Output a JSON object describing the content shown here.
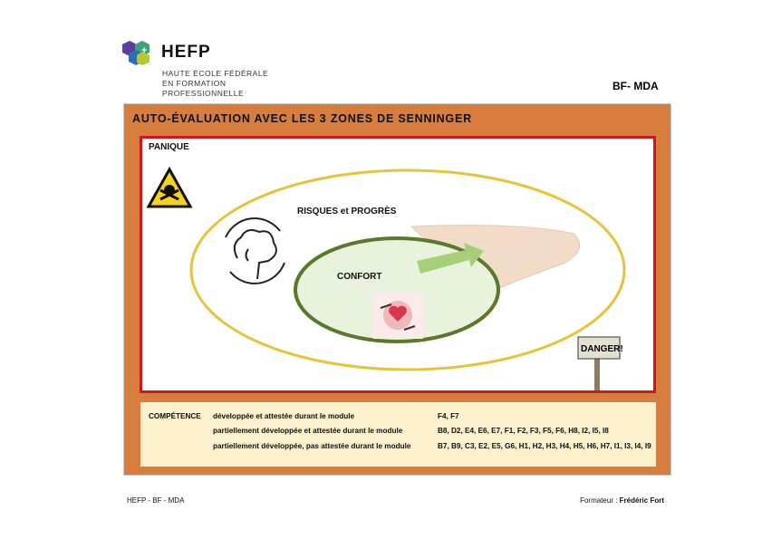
{
  "header": {
    "logo_name": "HEFP",
    "logo_subtitle": [
      "HAUTE ÉCOLE FÉDÉRALE",
      "EN FORMATION",
      "PROFESSIONNELLE"
    ],
    "doc_code": "BF- MDA"
  },
  "main": {
    "title": "AUTO-ÉVALUATION AVEC LES 3 ZONES DE SENNINGER",
    "zones": {
      "panic": "PANIQUE",
      "risk": "RISQUES et PROGRÈS",
      "comfort": "CONFORT",
      "danger_sign": "DANGER!"
    },
    "competence": {
      "label": "COMPÉTENCE",
      "rows": [
        {
          "desc": "développée et attestée durant le module",
          "codes": "F4, F7"
        },
        {
          "desc": "partiellement développée et attestée durant le module",
          "codes": "B8, D2, E4, E6, E7, F1, F2, F3, F5, F6, H8, I2, I5, I8"
        },
        {
          "desc": "partiellement développée, pas attestée durant le module",
          "codes": "B7, B9, C3, E2, E5, G6, H1, H2, H3, H4, H5, H6, H7, I1, I3, I4, I9"
        }
      ]
    }
  },
  "footer": {
    "left": "HEFP - BF - MDA",
    "right_label": "Formateur : ",
    "right_name": "Frédéric Fort"
  },
  "colors": {
    "orange": "#d77d3d",
    "red": "#d4151c",
    "yellow": "#e8c23a",
    "green": "#5a7a2a",
    "panel": "#fcf0cc"
  }
}
